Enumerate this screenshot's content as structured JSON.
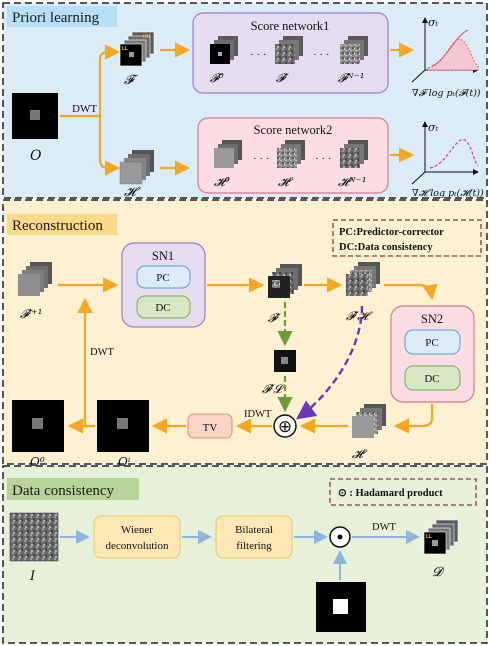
{
  "sections": {
    "priori": {
      "title": "Priori learning"
    },
    "recon": {
      "title": "Reconstruction"
    },
    "dc": {
      "title": "Data consistency"
    }
  },
  "priori": {
    "input_symbol": "O",
    "dwt_label": "DWT",
    "f_symbol": "𝓕",
    "h_symbol": "𝓗",
    "score_net1": {
      "title": "Score network1",
      "items": [
        "𝓕⁰",
        "𝓕ⁱ",
        "𝓕ᴺ⁻¹"
      ]
    },
    "score_net2": {
      "title": "Score network2",
      "items": [
        "𝓗⁰",
        "𝓗ⁱ",
        "𝓗ᴺ⁻¹"
      ]
    },
    "sigma": "σₜ",
    "grad1": "∇𝓕 log pₜ(𝓕(t))",
    "grad2": "∇𝓗 log pₜ(𝓗(t))",
    "dots": "· · ·",
    "subband_labels": {
      "ll": "LL",
      "hh": "HH"
    }
  },
  "recon": {
    "legend_pc": "PC:Predictor-corrector",
    "legend_dc": "DC:Data consistency",
    "f_next": "𝓕ⁱ⁺¹",
    "sn1": {
      "title": "SN1",
      "pc": "PC",
      "dc": "DC"
    },
    "sn2": {
      "title": "SN2",
      "pc": "PC",
      "dc": "DC"
    },
    "f_i": "𝓕ⁱ",
    "f_h": "𝓕ⁱ𝓗",
    "f_l": "𝓕ⁱ𝓛",
    "h_i": "𝓗ⁱ",
    "dwt_label": "DWT",
    "idwt_label": "IDWT",
    "tv": "TV",
    "plus": "⊕",
    "o0": "O⁰",
    "oi": "Oⁱ"
  },
  "dc": {
    "legend": "⊙ : Hadamard product",
    "input_symbol": "I",
    "wiener": [
      "Wiener",
      "deconvolution"
    ],
    "bilateral": [
      "Bilateral",
      "filtering"
    ],
    "dwt_label": "DWT",
    "output_symbol": "𝓓",
    "hadamard": "⊙"
  },
  "colors": {
    "priori_bg": "#dcecf6",
    "recon_bg": "#fdf1d2",
    "dc_bg": "#e7f0d9",
    "arrow_orange": "#f5a623",
    "arrow_green": "#6e9c3a",
    "arrow_purple": "#6a35b8",
    "arrow_blue": "#8fb5de",
    "sn_purple": "#e5dcef",
    "sn_pink": "#fbdde3",
    "pc_blue": "#dcebf7",
    "dc_green": "#d6e7c4",
    "tv_fill": "#f9d5c4",
    "block_fill": "#fde7b4"
  }
}
